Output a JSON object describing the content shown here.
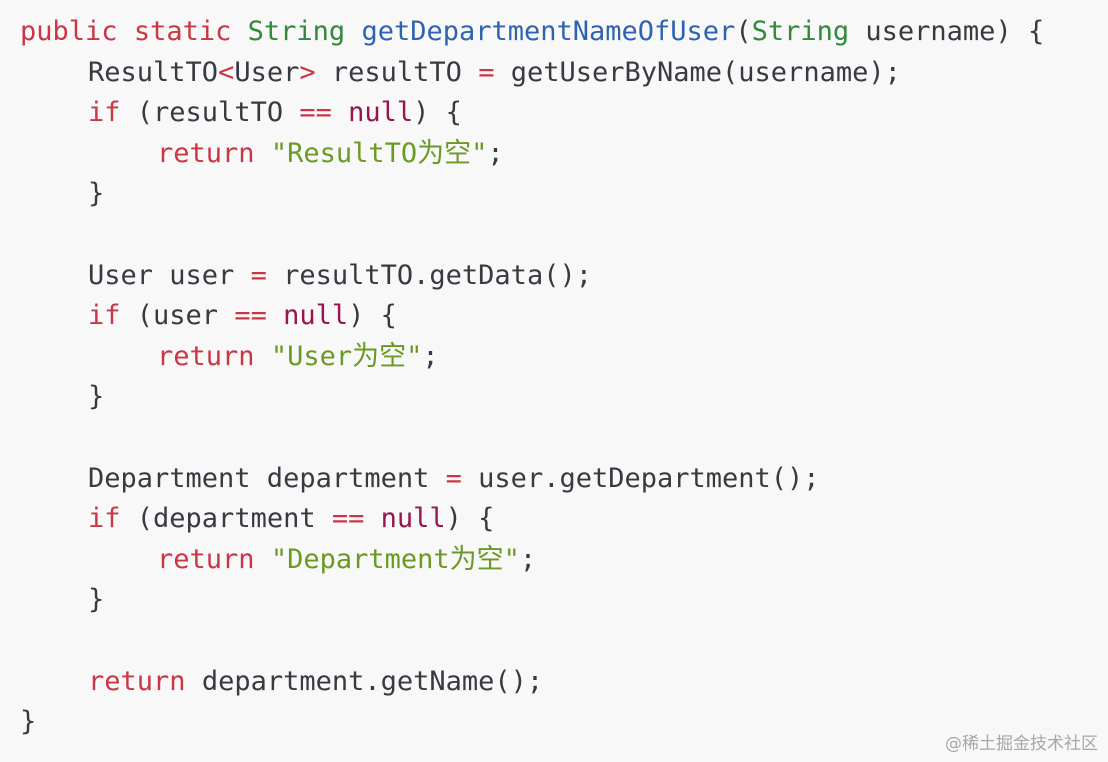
{
  "code": {
    "line_1": {
      "kw_public": "public",
      "kw_static": "static",
      "type_string": "String",
      "method_name": "getDepartmentNameOfUser",
      "paren_open": "(",
      "param_type": "String",
      "param_name": "username",
      "close": ") {"
    },
    "line_2": {
      "type_result": "ResultTO",
      "lt": "<",
      "type_user": "User",
      "gt": ">",
      "var": "resultTO",
      "eq": "=",
      "expr": "getUserByName(username);"
    },
    "line_3": {
      "kw_if": "if",
      "open": "(resultTO",
      "op": "==",
      "null": "null",
      "close": ") {"
    },
    "line_4": {
      "kw_return": "return",
      "str": "\"ResultTO为空\"",
      "semi": ";"
    },
    "line_5": {
      "brace": "}"
    },
    "line_7": {
      "decl": "User user",
      "eq": "=",
      "expr": "resultTO.getData();"
    },
    "line_8": {
      "kw_if": "if",
      "open": "(user",
      "op": "==",
      "null": "null",
      "close": ") {"
    },
    "line_9": {
      "kw_return": "return",
      "str": "\"User为空\"",
      "semi": ";"
    },
    "line_10": {
      "brace": "}"
    },
    "line_12": {
      "decl": "Department department",
      "eq": "=",
      "expr": "user.getDepartment();"
    },
    "line_13": {
      "kw_if": "if",
      "open": "(department",
      "op": "==",
      "null": "null",
      "close": ") {"
    },
    "line_14": {
      "kw_return": "return",
      "str": "\"Department为空\"",
      "semi": ";"
    },
    "line_15": {
      "brace": "}"
    },
    "line_17": {
      "kw_return": "return",
      "expr": "department.getName();"
    },
    "line_18": {
      "brace": "}"
    }
  },
  "watermark": "@稀土掘金技术社区",
  "colors": {
    "background": "#f8f8f8",
    "keyword": "#ca3644",
    "type": "#2f8a3b",
    "function": "#2f63b0",
    "null_literal": "#98164f",
    "string": "#6b9a24",
    "plain": "#383a42",
    "watermark": "#a7a7a7"
  }
}
